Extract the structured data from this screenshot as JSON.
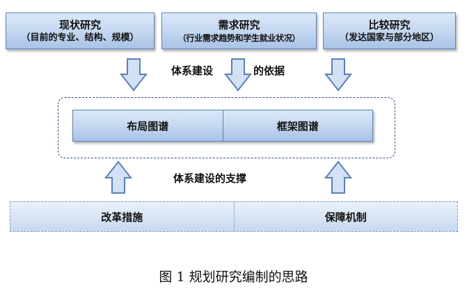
{
  "top_boxes": [
    {
      "title": "现状研究",
      "subtitle": "（目前的专业、结构、规模）"
    },
    {
      "title": "需求研究",
      "subtitle": "（行业需求趋势和学生就业状况）"
    },
    {
      "title": "比较研究",
      "subtitle": "（发达国家与部分地区）"
    }
  ],
  "basis_label": {
    "part1": "体系建设",
    "part2": "的依据"
  },
  "middle": {
    "left": "布局图谱",
    "right": "框架图谱"
  },
  "support_label": "体系建设的支撑",
  "bottom": {
    "left": "改革措施",
    "right": "保障机制"
  },
  "caption": "图 1  规划研究编制的思路",
  "colors": {
    "box_fill": "#c3d6f0",
    "box_border": "#5b7fb5",
    "arrow_fill": "#d2e1f4",
    "dash": "#2f4f84"
  }
}
